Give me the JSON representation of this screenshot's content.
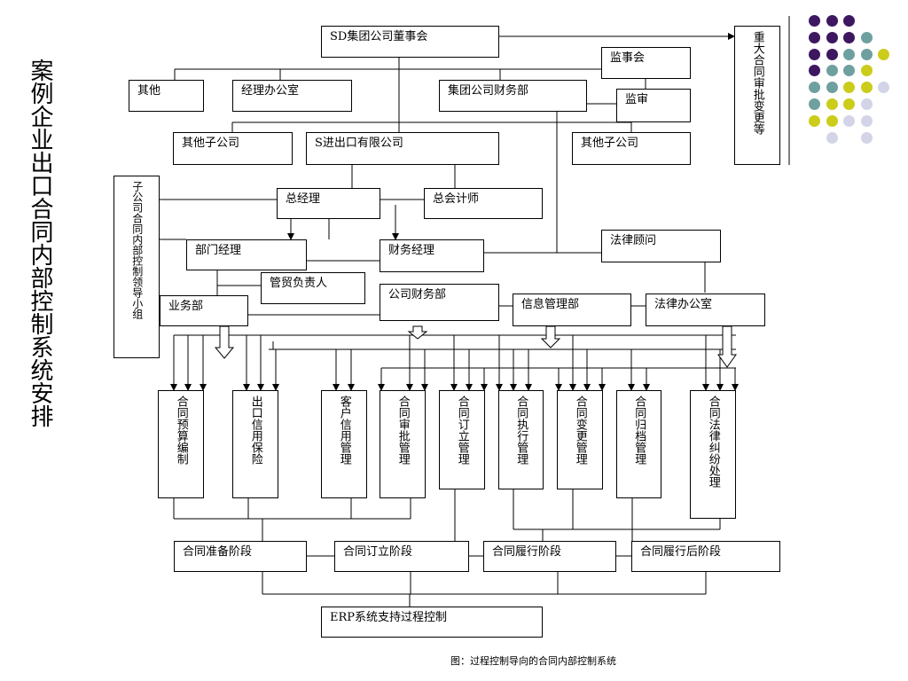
{
  "title": "案例企业出口合同内部控制系统安排",
  "caption": "图：过程控制导向的合同内部控制系统",
  "nodes": {
    "board": "SD集团公司董事会",
    "major_contract": "重大合同审批变更等",
    "supervisory": "监事会",
    "other": "其他",
    "manager_office": "经理办公室",
    "group_finance": "集团公司财务部",
    "audit": "监审",
    "other_sub_left": "其他子公司",
    "s_company": "S进出口有限公司",
    "other_sub_right": "其他子公司",
    "leading_group": "子公司合同内部控制领导小组",
    "general_manager": "总经理",
    "chief_accountant": "总会计师",
    "dept_manager": "部门经理",
    "finance_manager": "财务经理",
    "legal_advisor": "法律顾问",
    "trade_head": "管贸负责人",
    "business_dept": "业务部",
    "company_finance": "公司财务部",
    "info_dept": "信息管理部",
    "legal_office": "法律办公室"
  },
  "functions": [
    "合同预算编制",
    "出口信用保险",
    "客户信用管理",
    "合同审批管理",
    "合同订立管理",
    "合同执行管理",
    "合同变更管理",
    "合同归档管理",
    "合同法律纠纷处理"
  ],
  "stages": [
    "合同准备阶段",
    "合同订立阶段",
    "合同履行阶段",
    "合同履行后阶段"
  ],
  "erp": "ERP系统支持过程控制",
  "decoration_colors": {
    "purple": "#3d1860",
    "teal": "#6fa0a0",
    "yellow": "#cccc1a",
    "lavender": "#d4d4e8"
  }
}
